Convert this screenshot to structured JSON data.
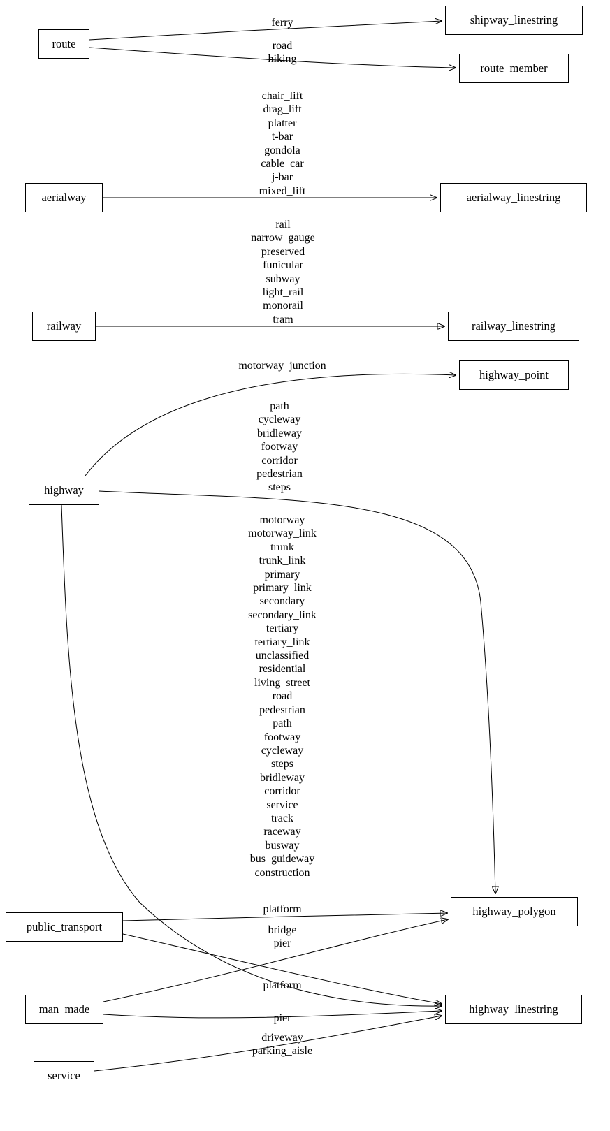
{
  "title": "OSM tag to table mapping diagram",
  "nodes": {
    "route": {
      "label": "route"
    },
    "aerialway": {
      "label": "aerialway"
    },
    "railway": {
      "label": "railway"
    },
    "highway": {
      "label": "highway"
    },
    "public_transport": {
      "label": "public_transport"
    },
    "man_made": {
      "label": "man_made"
    },
    "service": {
      "label": "service"
    },
    "shipway_linestring": {
      "label": "shipway_linestring"
    },
    "route_member": {
      "label": "route_member"
    },
    "aerialway_linestring": {
      "label": "aerialway_linestring"
    },
    "railway_linestring": {
      "label": "railway_linestring"
    },
    "highway_point": {
      "label": "highway_point"
    },
    "highway_polygon": {
      "label": "highway_polygon"
    },
    "highway_linestring": {
      "label": "highway_linestring"
    }
  },
  "edges": [
    {
      "from": "route",
      "to": "shipway_linestring",
      "label": "ferry"
    },
    {
      "from": "route",
      "to": "route_member",
      "label": "road\nhiking"
    },
    {
      "from": "aerialway",
      "to": "aerialway_linestring",
      "label": "chair_lift\ndrag_lift\nplatter\nt-bar\ngondola\ncable_car\nj-bar\nmixed_lift"
    },
    {
      "from": "railway",
      "to": "railway_linestring",
      "label": "rail\nnarrow_gauge\npreserved\nfunicular\nsubway\nlight_rail\nmonorail\ntram"
    },
    {
      "from": "highway",
      "to": "highway_point",
      "label": "motorway_junction"
    },
    {
      "from": "highway",
      "to": "highway_polygon",
      "label": "path\ncycleway\nbridleway\nfootway\ncorridor\npedestrian\nsteps"
    },
    {
      "from": "highway",
      "to": "highway_linestring",
      "label": "motorway\nmotorway_link\ntrunk\ntrunk_link\nprimary\nprimary_link\nsecondary\nsecondary_link\ntertiary\ntertiary_link\nunclassified\nresidential\nliving_street\nroad\npedestrian\npath\nfootway\ncycleway\nsteps\nbridleway\ncorridor\nservice\ntrack\nraceway\nbusway\nbus_guideway\nconstruction"
    },
    {
      "from": "public_transport",
      "to": "highway_polygon",
      "label": "platform"
    },
    {
      "from": "man_made",
      "to": "highway_polygon",
      "label": "bridge\npier"
    },
    {
      "from": "public_transport",
      "to": "highway_linestring",
      "label": "platform"
    },
    {
      "from": "man_made",
      "to": "highway_linestring",
      "label": "pier"
    },
    {
      "from": "service",
      "to": "highway_linestring",
      "label": "driveway\nparking_aisle"
    }
  ]
}
